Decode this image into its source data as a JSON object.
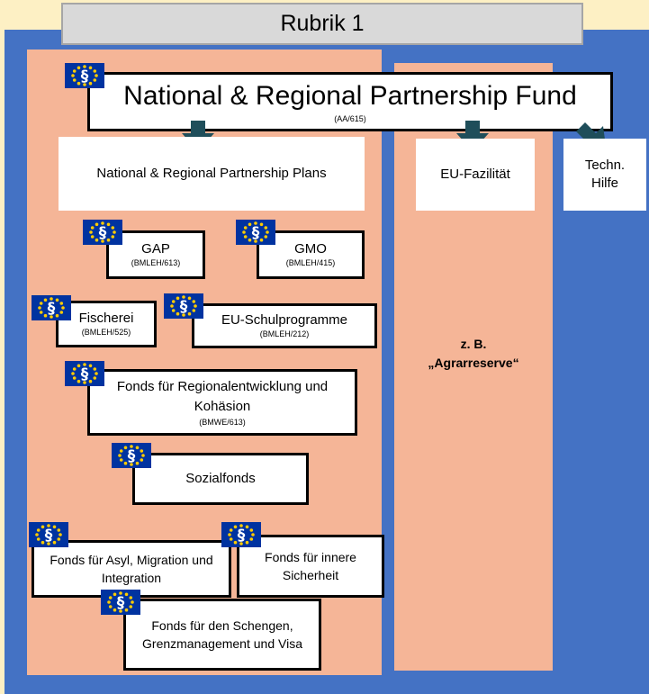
{
  "header": {
    "title": "Rubrik 1"
  },
  "main_fund": {
    "label": "National & Regional Partnership Fund",
    "code": "(AA/615)"
  },
  "plans": {
    "label": "National & Regional Partnership Plans"
  },
  "facility": {
    "label": "EU-Fazilität"
  },
  "tech_help": {
    "label": "Techn. Hilfe"
  },
  "reserve_note": {
    "line1": "z. B.",
    "line2": "„Agrarreserve“"
  },
  "funds": {
    "gap": {
      "label": "GAP",
      "code": "(BMLEH/613)"
    },
    "gmo": {
      "label": "GMO",
      "code": "(BMLEH/415)"
    },
    "fischerei": {
      "label": "Fischerei",
      "code": "(BMLEH/525)"
    },
    "schul": {
      "label": "EU-Schulprogramme",
      "code": "(BMLEH/212)"
    },
    "regional": {
      "label": "Fonds für Regionalentwicklung und Kohäsion",
      "code": "(BMWE/613)"
    },
    "sozial": {
      "label": "Sozialfonds"
    },
    "asyl": {
      "label": "Fonds für Asyl, Migration und Integration"
    },
    "innere": {
      "label": "Fonds für innere Sicherheit"
    },
    "schengen": {
      "label": "Fonds für den Schengen, Grenzmanagement und Visa"
    }
  },
  "badge_symbol": "§",
  "colors": {
    "background": "#fdf0c4",
    "panel": "#4472c4",
    "column": "#f5b597",
    "badge": "#0033a0",
    "arrow": "#1f4e5a"
  },
  "icons": {
    "badge": "eu-flag-paragraph-icon",
    "arrow": "down-arrow-icon"
  }
}
